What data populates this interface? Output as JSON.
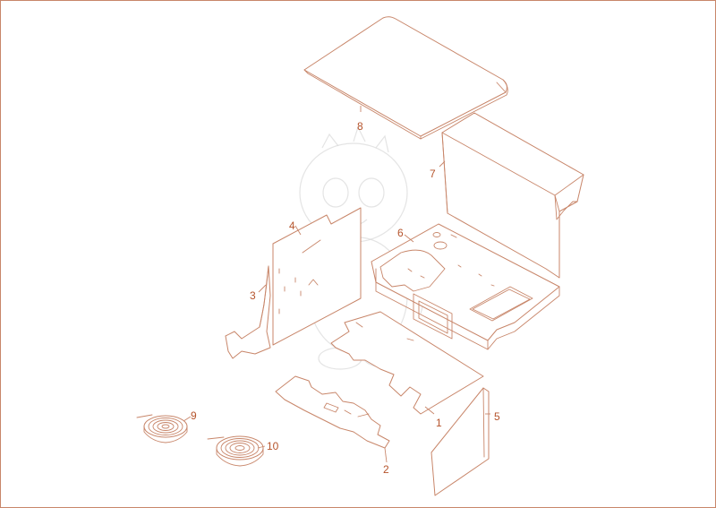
{
  "colors": {
    "line": "#c8866a",
    "label": "#b5532b",
    "border": "#c8866a",
    "background": "#ffffff"
  },
  "parts": [
    {
      "id": "part-1",
      "label": "1"
    },
    {
      "id": "part-2",
      "label": "2"
    },
    {
      "id": "part-3",
      "label": "3"
    },
    {
      "id": "part-4",
      "label": "4"
    },
    {
      "id": "part-5",
      "label": "5"
    },
    {
      "id": "part-6",
      "label": "6"
    },
    {
      "id": "part-7",
      "label": "7"
    },
    {
      "id": "part-8",
      "label": "8"
    },
    {
      "id": "part-9",
      "label": "9"
    },
    {
      "id": "part-10",
      "label": "10"
    }
  ]
}
